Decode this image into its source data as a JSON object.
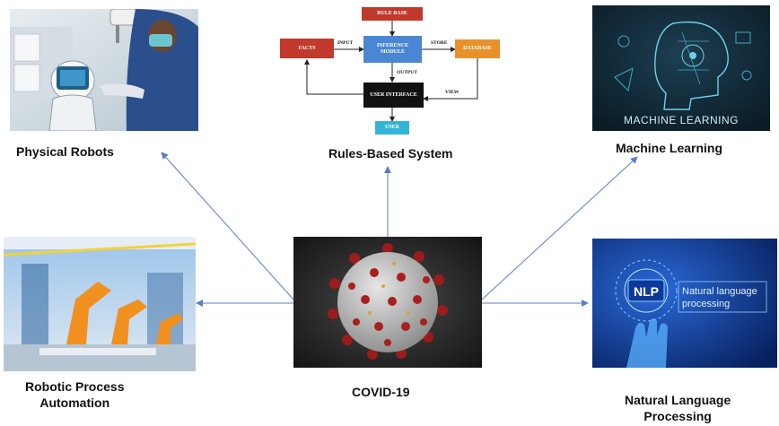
{
  "center": {
    "label": "COVID-19"
  },
  "nodes": {
    "physical_robots": {
      "label": "Physical Robots",
      "icon": "medical-robot-photo"
    },
    "rules_based": {
      "label": "Rules-Based System",
      "icon": "flowchart"
    },
    "machine_learning": {
      "label": "Machine Learning",
      "icon": "ai-head-photo",
      "image_text": "MACHINE LEARNING"
    },
    "rpa": {
      "label_line1": "Robotic Process",
      "label_line2": "Automation",
      "icon": "industrial-robot-photo"
    },
    "nlp": {
      "label_line1": "Natural Language",
      "label_line2": "Processing",
      "icon": "nlp-hand-photo",
      "image_badge": "NLP",
      "image_text_line1": "Natural language",
      "image_text_line2": "processing"
    }
  },
  "flowchart": {
    "rule_base": "RULE BASE",
    "facts": "FACTS",
    "inference_line1": "INFERENCE",
    "inference_line2": "MODULE",
    "database": "DATABASE",
    "user_interface": "USER INTERFACE",
    "user": "USER",
    "input": "INPUT",
    "store": "STORE",
    "output": "OUTPUT",
    "view": "VIEW"
  },
  "colors": {
    "arrow": "#5b7fc4",
    "caption": "#111111",
    "flow_red": "#c0392b",
    "flow_blue": "#4a86d4",
    "flow_orange": "#e8912a",
    "flow_black": "#111111",
    "flow_cyan": "#35b4d6",
    "virus_red": "#9b1c1c"
  }
}
